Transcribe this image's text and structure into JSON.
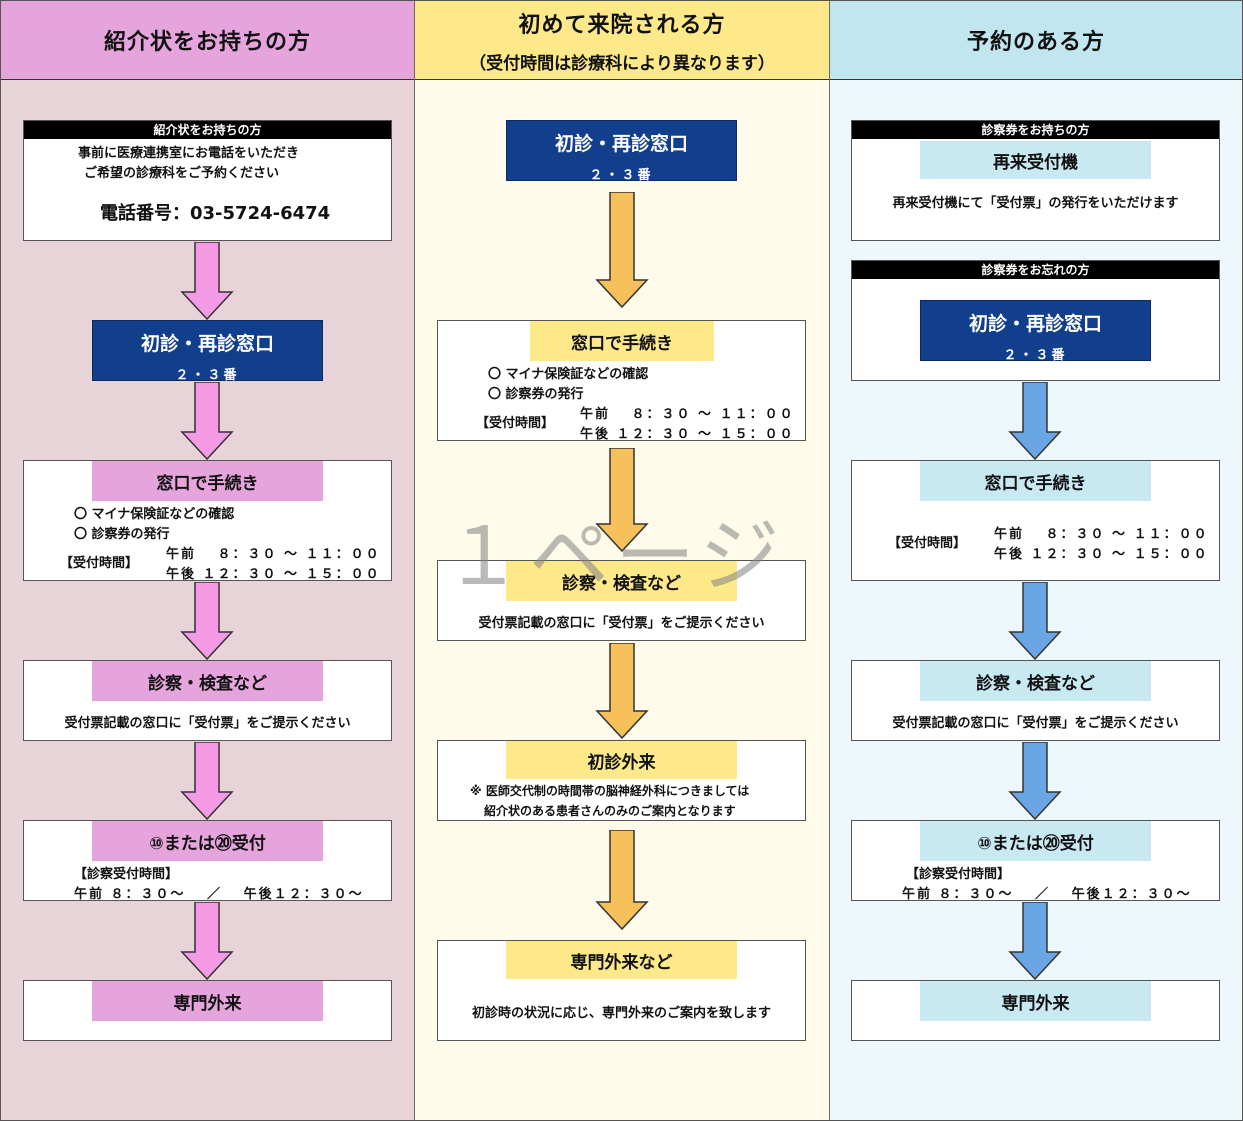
{
  "colors": {
    "pink_header": "#e6a4dd",
    "pink_bg": "#e8d3d8",
    "pink_label": "#e6a4dd",
    "pink_arrow": "#f59be6",
    "yellow_header": "#fde989",
    "yellow_bg": "#fefbea",
    "yellow_label": "#fde989",
    "orange_arrow": "#f6c15b",
    "blue_header": "#c2e6f0",
    "blue_bg": "#eef8fc",
    "blue_label": "#c8e8f2",
    "blue_arrow": "#6aa6e6",
    "navy": "#123f8c"
  },
  "icons": [
    "arrow-down-icon"
  ],
  "columns": {
    "referral": {
      "title": "紹介状をお持ちの方",
      "box1_bar": "紹介状をお持ちの方",
      "box1_line1": "事前に医療連携室にお電話をいただき",
      "box1_line2": "ご希望の診療科をご予約ください",
      "phone": "電話番号：03-5724-6474",
      "window_title": "初診・再診窓口",
      "window_sub": "２・３番",
      "proc_title": "窓口で手続き",
      "proc_item1": "〇  マイナ保険証などの確認",
      "proc_item2": "〇  診察券の発行",
      "hours_label": "【受付時間】",
      "hours_am": "午前　 ８：３０ 〜 １１：００",
      "hours_pm": "午後  １２：３０ 〜 １５：００",
      "exam_title": "診察・検査など",
      "exam_text": "受付票記載の窓口に「受付票」をご提示ください",
      "recep_title": "⑩または⑳受付",
      "recep_label": "【診察受付時間】",
      "recep_hours": "午前 ８：３０〜　 ／　 午後１２：３０〜",
      "spec_title": "専門外来"
    },
    "first": {
      "title": "初めて来院される方",
      "subtitle": "（受付時間は診療科により異なります）",
      "window_title": "初診・再診窓口",
      "window_sub": "２・３番",
      "proc_title": "窓口で手続き",
      "proc_item1": "〇  マイナ保険証などの確認",
      "proc_item2": "〇  診察券の発行",
      "hours_label": "【受付時間】",
      "hours_am": "午前　 ８：３０ 〜 １１：００",
      "hours_pm": "午後  １２：３０ 〜 １５：００",
      "exam_title": "診察・検査など",
      "exam_text": "受付票記載の窓口に「受付票」をご提示ください",
      "firstvisit_title": "初診外来",
      "firstvisit_note1": "※ 医師交代制の時間帯の脳神経外科につきましては",
      "firstvisit_note2": "紹介状のある患者さんのみのご案内となります",
      "spec_title": "専門外来など",
      "spec_text": "初診時の状況に応じ、専門外来のご案内を致します"
    },
    "appointment": {
      "title": "予約のある方",
      "card_bar": "診察券をお持ちの方",
      "kiosk_title": "再来受付機",
      "kiosk_text": "再来受付機にて「受付票」の発行をいただけます",
      "nocard_bar": "診察券をお忘れの方",
      "window_title": "初診・再診窓口",
      "window_sub": "２・３番",
      "proc_title": "窓口で手続き",
      "hours_label": "【受付時間】",
      "hours_am": "午前　 ８：３０ 〜 １１：００",
      "hours_pm": "午後  １２：３０ 〜 １５：００",
      "exam_title": "診察・検査など",
      "exam_text": "受付票記載の窓口に「受付票」をご提示ください",
      "recep_title": "⑩または⑳受付",
      "recep_label": "【診察受付時間】",
      "recep_hours": "午前 ８：３０〜　 ／　 午後１２：３０〜",
      "spec_title": "専門外来"
    }
  },
  "watermark": "１ページ"
}
